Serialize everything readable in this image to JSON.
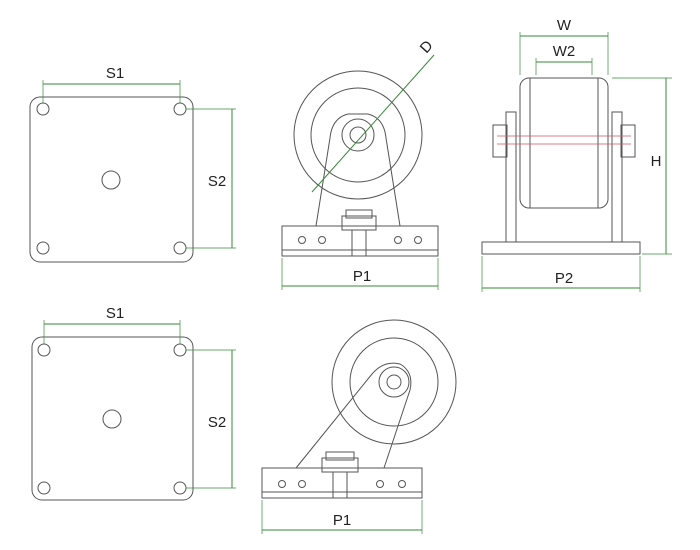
{
  "labels": {
    "top_plate_s1": "S1",
    "top_plate_s2": "S2",
    "front_p1": "P1",
    "front_d": "D",
    "side_w": "W",
    "side_w2": "W2",
    "side_h": "H",
    "side_p2": "P2",
    "bottom_plate_s1": "S1",
    "bottom_plate_s2": "S2",
    "swivel_p1": "P1"
  },
  "colors": {
    "outline": "#555555",
    "dimension": "#3a8a3a",
    "accent": "#cc5566",
    "text": "#222222",
    "background": "#ffffff"
  }
}
